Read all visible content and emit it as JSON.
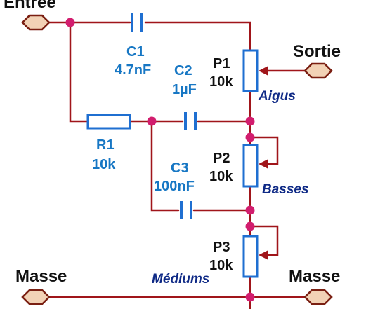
{
  "connectors": {
    "entree": "Entree",
    "sortie": "Sortie",
    "masse_left": "Masse",
    "masse_right": "Masse"
  },
  "capacitors": [
    {
      "name": "C1",
      "value": "4.7nF"
    },
    {
      "name": "C2",
      "value": "1µF"
    },
    {
      "name": "C3",
      "value": "100nF"
    }
  ],
  "resistor": {
    "name": "R1",
    "value": "10k"
  },
  "potentiometers": [
    {
      "name": "P1",
      "value": "10k",
      "function": "Aigus"
    },
    {
      "name": "P2",
      "value": "10k",
      "function": "Basses"
    },
    {
      "name": "P3",
      "value": "10k",
      "function": "Médiums"
    }
  ],
  "colors": {
    "wire": "#a0151a",
    "component": "#1f6fd1",
    "node": "#d21d6e",
    "component_label": "#1777c4",
    "function_label": "#0f2a86",
    "connector_fill": "#f2d2b6"
  }
}
